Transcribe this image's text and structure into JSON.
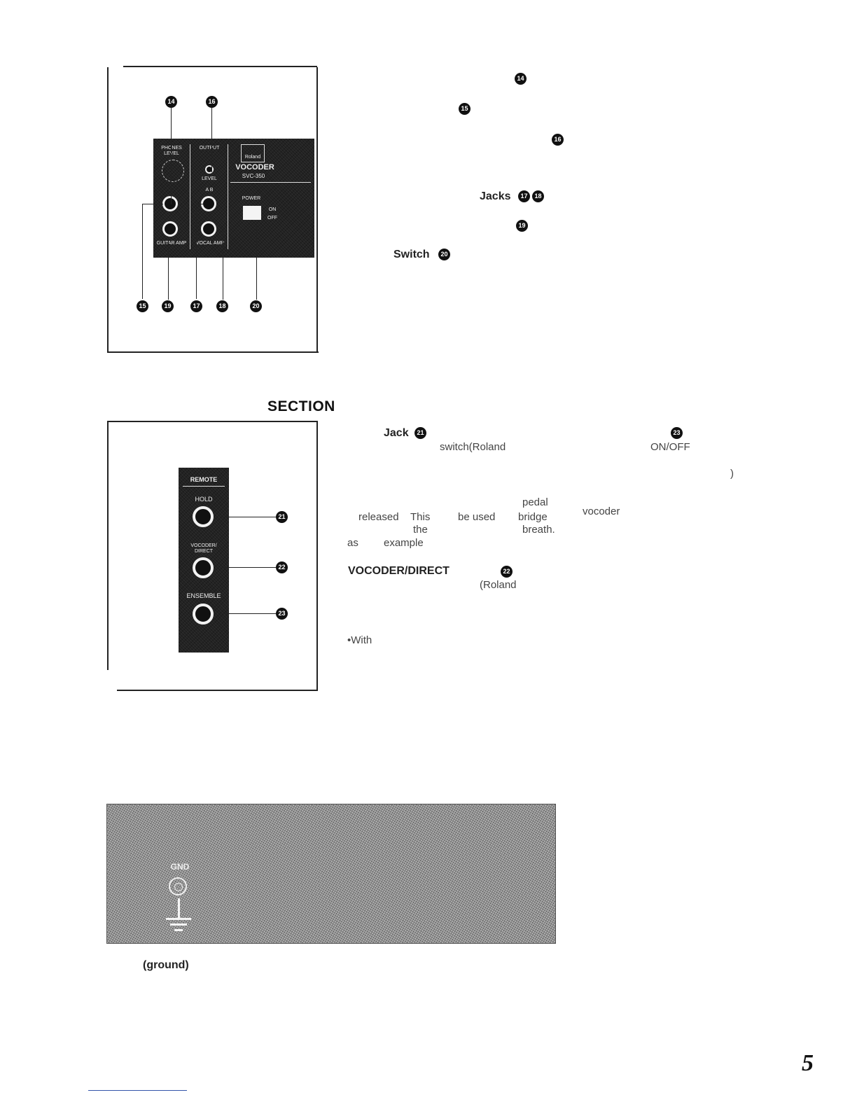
{
  "top_panel": {
    "labels": {
      "phones_level": "PHONES LEVEL",
      "output": "OUTPUT",
      "level": "LEVEL",
      "brand": "Roland",
      "model": "VOCODER",
      "model_no": "SVC-350",
      "power": "POWER",
      "on": "ON",
      "off": "OFF",
      "ab": "A  B",
      "guitar_amp": "GUITAR AMP",
      "vocal_amp": "VOCAL AMP"
    },
    "markers_top": [
      "14",
      "16"
    ],
    "markers_bottom": [
      "15",
      "19",
      "17",
      "18",
      "20"
    ]
  },
  "top_text": {
    "m14": "14",
    "m15": "15",
    "m16": "16",
    "jacks_label": "Jacks",
    "m17": "17",
    "m18": "18",
    "m19": "19",
    "switch_label": "Switch",
    "m20": "20"
  },
  "section": {
    "title": "SECTION"
  },
  "remote_panel": {
    "title": "REMOTE",
    "hold": "HOLD",
    "vocoder_direct": "VOCODER/ DIRECT",
    "ensemble": "ENSEMBLE",
    "markers": [
      "21",
      "22",
      "23"
    ]
  },
  "remote_text": {
    "jack_label": "Jack",
    "m21": "21",
    "m23": "23",
    "switch_roland": "switch(Roland",
    "on_off": "ON/OFF",
    "paren": ")",
    "pedal": "pedal",
    "released": "released",
    "this": "This",
    "be_used": "be used",
    "bridge": "bridge",
    "vocoder": "vocoder",
    "the": "the",
    "breath": "breath.",
    "as": "as",
    "example": "example",
    "vocoder_direct_heading": "VOCODER/DIRECT",
    "m22": "22",
    "roland_paren": "(Roland",
    "with": "With"
  },
  "ground_panel": {
    "gnd": "GND",
    "caption": "(ground)"
  },
  "page_number": "5"
}
